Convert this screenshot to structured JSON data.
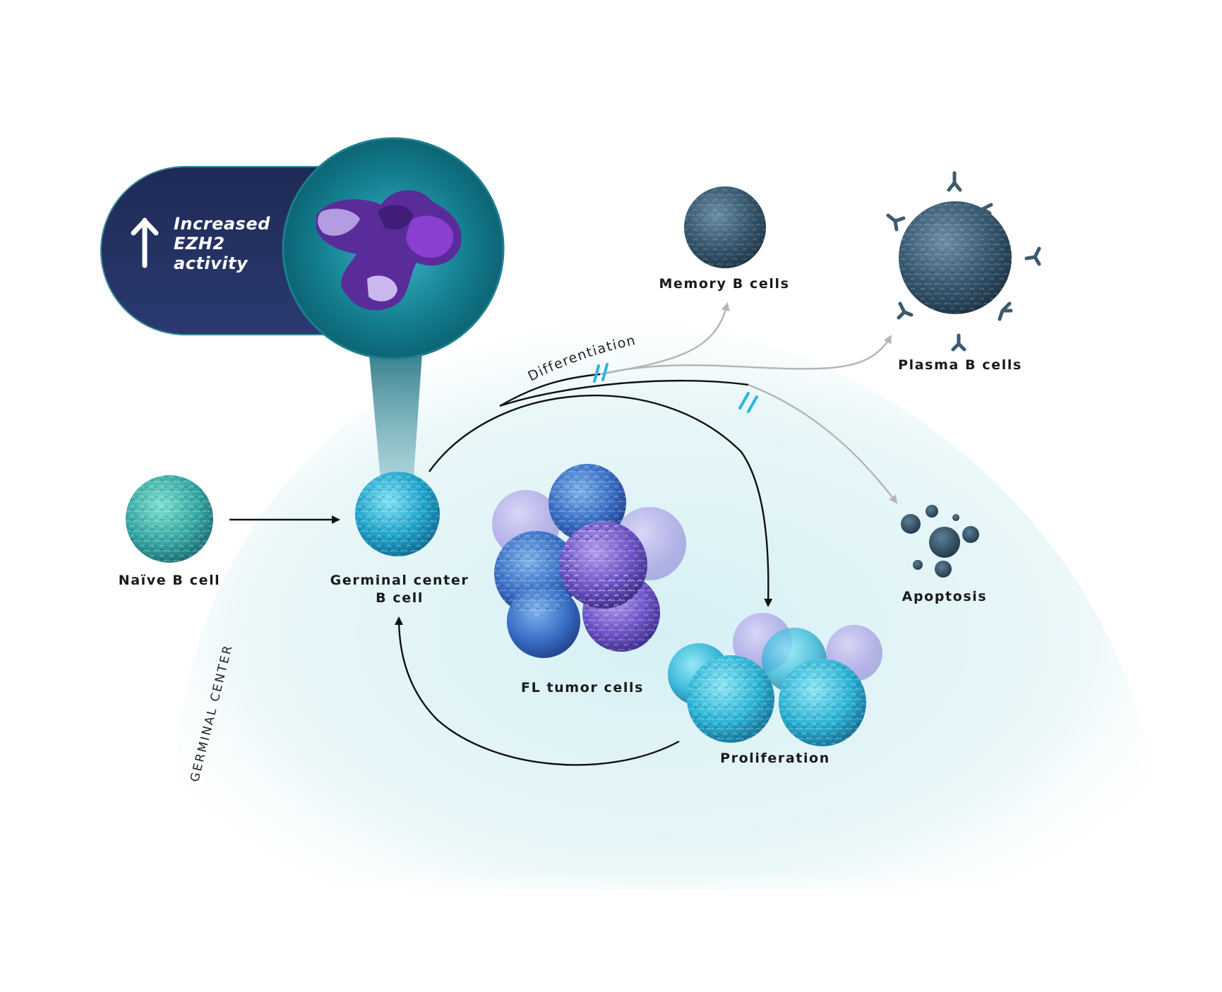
{
  "banner": {
    "line1": "Increased",
    "line2": "EZH2",
    "line3": "activity"
  },
  "labels": {
    "naive": "Naïve B cell",
    "gc_line1": "Germinal center",
    "gc_line2": "B cell",
    "memory": "Memory B cells",
    "plasma": "Plasma B cells",
    "apoptosis": "Apoptosis",
    "fl": "FL tumor cells",
    "proliferation": "Proliferation",
    "differentiation": "Differentiation",
    "germinal_center": "GERMINAL CENTER"
  },
  "colors": {
    "banner_navy": "#23305f",
    "molecule_teal": "#0f6f80",
    "arrow_black": "#111111",
    "arrow_grey": "#b5b5b5",
    "block_mark": "#29b6e0",
    "dome_tint": "#dff4f7"
  }
}
